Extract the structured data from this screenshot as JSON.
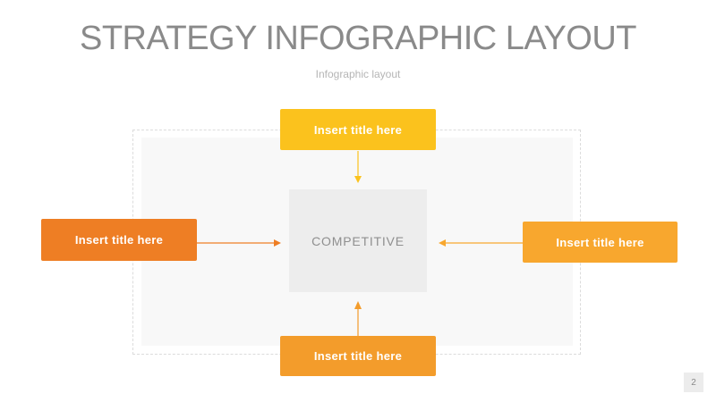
{
  "slide": {
    "title": "STRATEGY INFOGRAPHIC LAYOUT",
    "subtitle": "Infographic layout",
    "page_number": "2"
  },
  "diagram": {
    "center": {
      "label": "COMPETITIVE",
      "bg": "#EDEDED",
      "text_color": "#8F8F8F"
    },
    "nodes": {
      "top": {
        "label": "Insert title here",
        "color": "#FBC21D"
      },
      "right": {
        "label": "Insert title here",
        "color": "#F8A72E"
      },
      "bottom": {
        "label": "Insert title here",
        "color": "#F39C2B"
      },
      "left": {
        "label": "Insert title here",
        "color": "#EE7E24"
      }
    },
    "frame": {
      "border_color": "#DCDCDC",
      "panel_color": "#F8F8F8"
    },
    "text_colors": {
      "title": "#8A8A8A",
      "subtitle": "#B5B5B5",
      "node_label": "#FFFFFF"
    }
  }
}
